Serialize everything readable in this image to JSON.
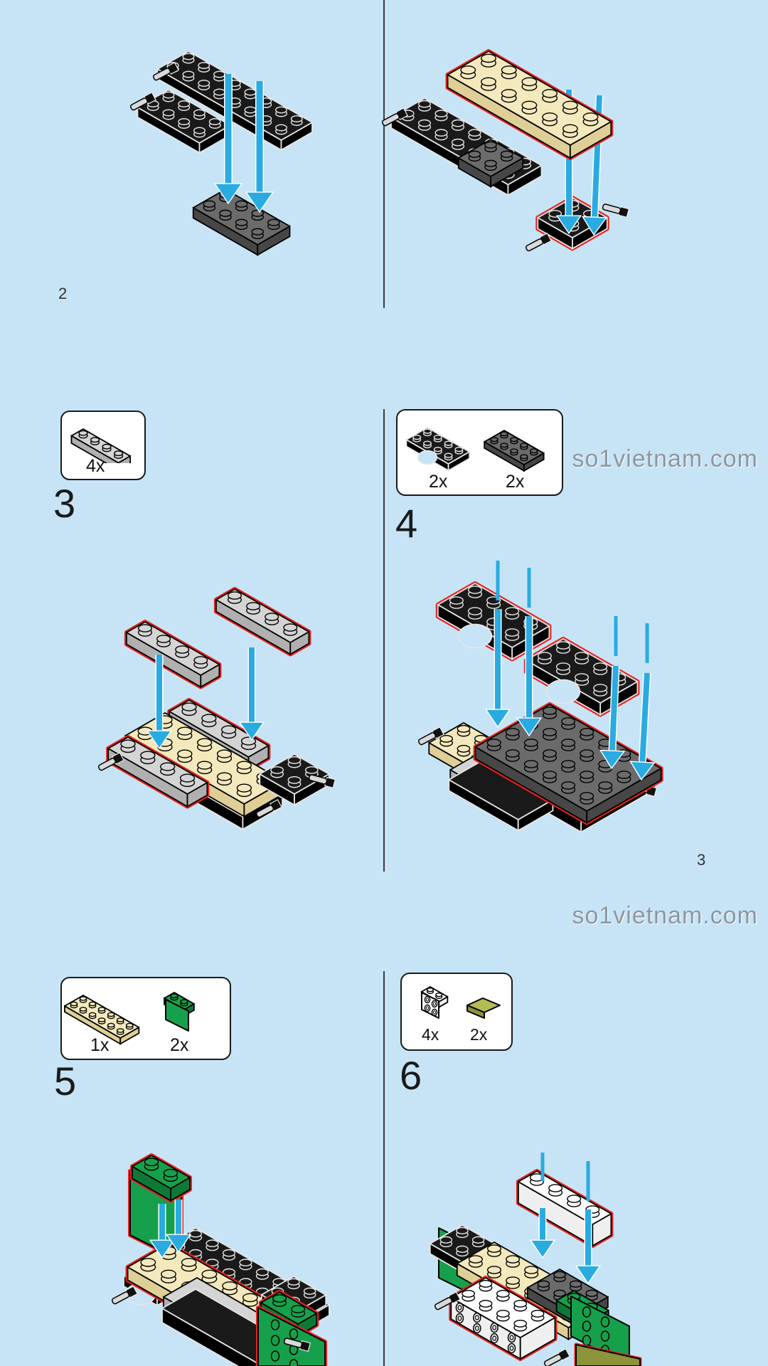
{
  "colors": {
    "background": "#c7e4f6",
    "arrow_blue": "#29abe2",
    "highlight_red": "#e8211d",
    "divider": "#3c3c3c"
  },
  "watermark": {
    "text": "so1vietnam.com"
  },
  "page2": {
    "page_number": "2",
    "left_panel_parts": [
      "black-vehicle-base-with-pins",
      "dark-gray-2x4-plate"
    ],
    "right_panel_parts": [
      "tan-2x6-plate",
      "black-2x2-plate-with-pins"
    ]
  },
  "page3": {
    "page_number": "3",
    "steps": [
      {
        "number": "3",
        "parts": [
          {
            "qty": "4x",
            "name": "light-gray-1x4-plate"
          }
        ]
      },
      {
        "number": "4",
        "parts": [
          {
            "qty": "2x",
            "name": "black-2x4-mudguard"
          },
          {
            "qty": "2x",
            "name": "dark-gray-2x4-plate"
          }
        ]
      }
    ]
  },
  "page4": {
    "steps": [
      {
        "number": "5",
        "parts": [
          {
            "qty": "1x",
            "name": "tan-2x6-plate"
          },
          {
            "qty": "2x",
            "name": "green-1x2-2x4-bracket"
          }
        ]
      },
      {
        "number": "6",
        "parts": [
          {
            "qty": "4x",
            "name": "white-1x2-2x2-bracket"
          },
          {
            "qty": "2x",
            "name": "olive-1x2-slope"
          }
        ]
      }
    ]
  }
}
